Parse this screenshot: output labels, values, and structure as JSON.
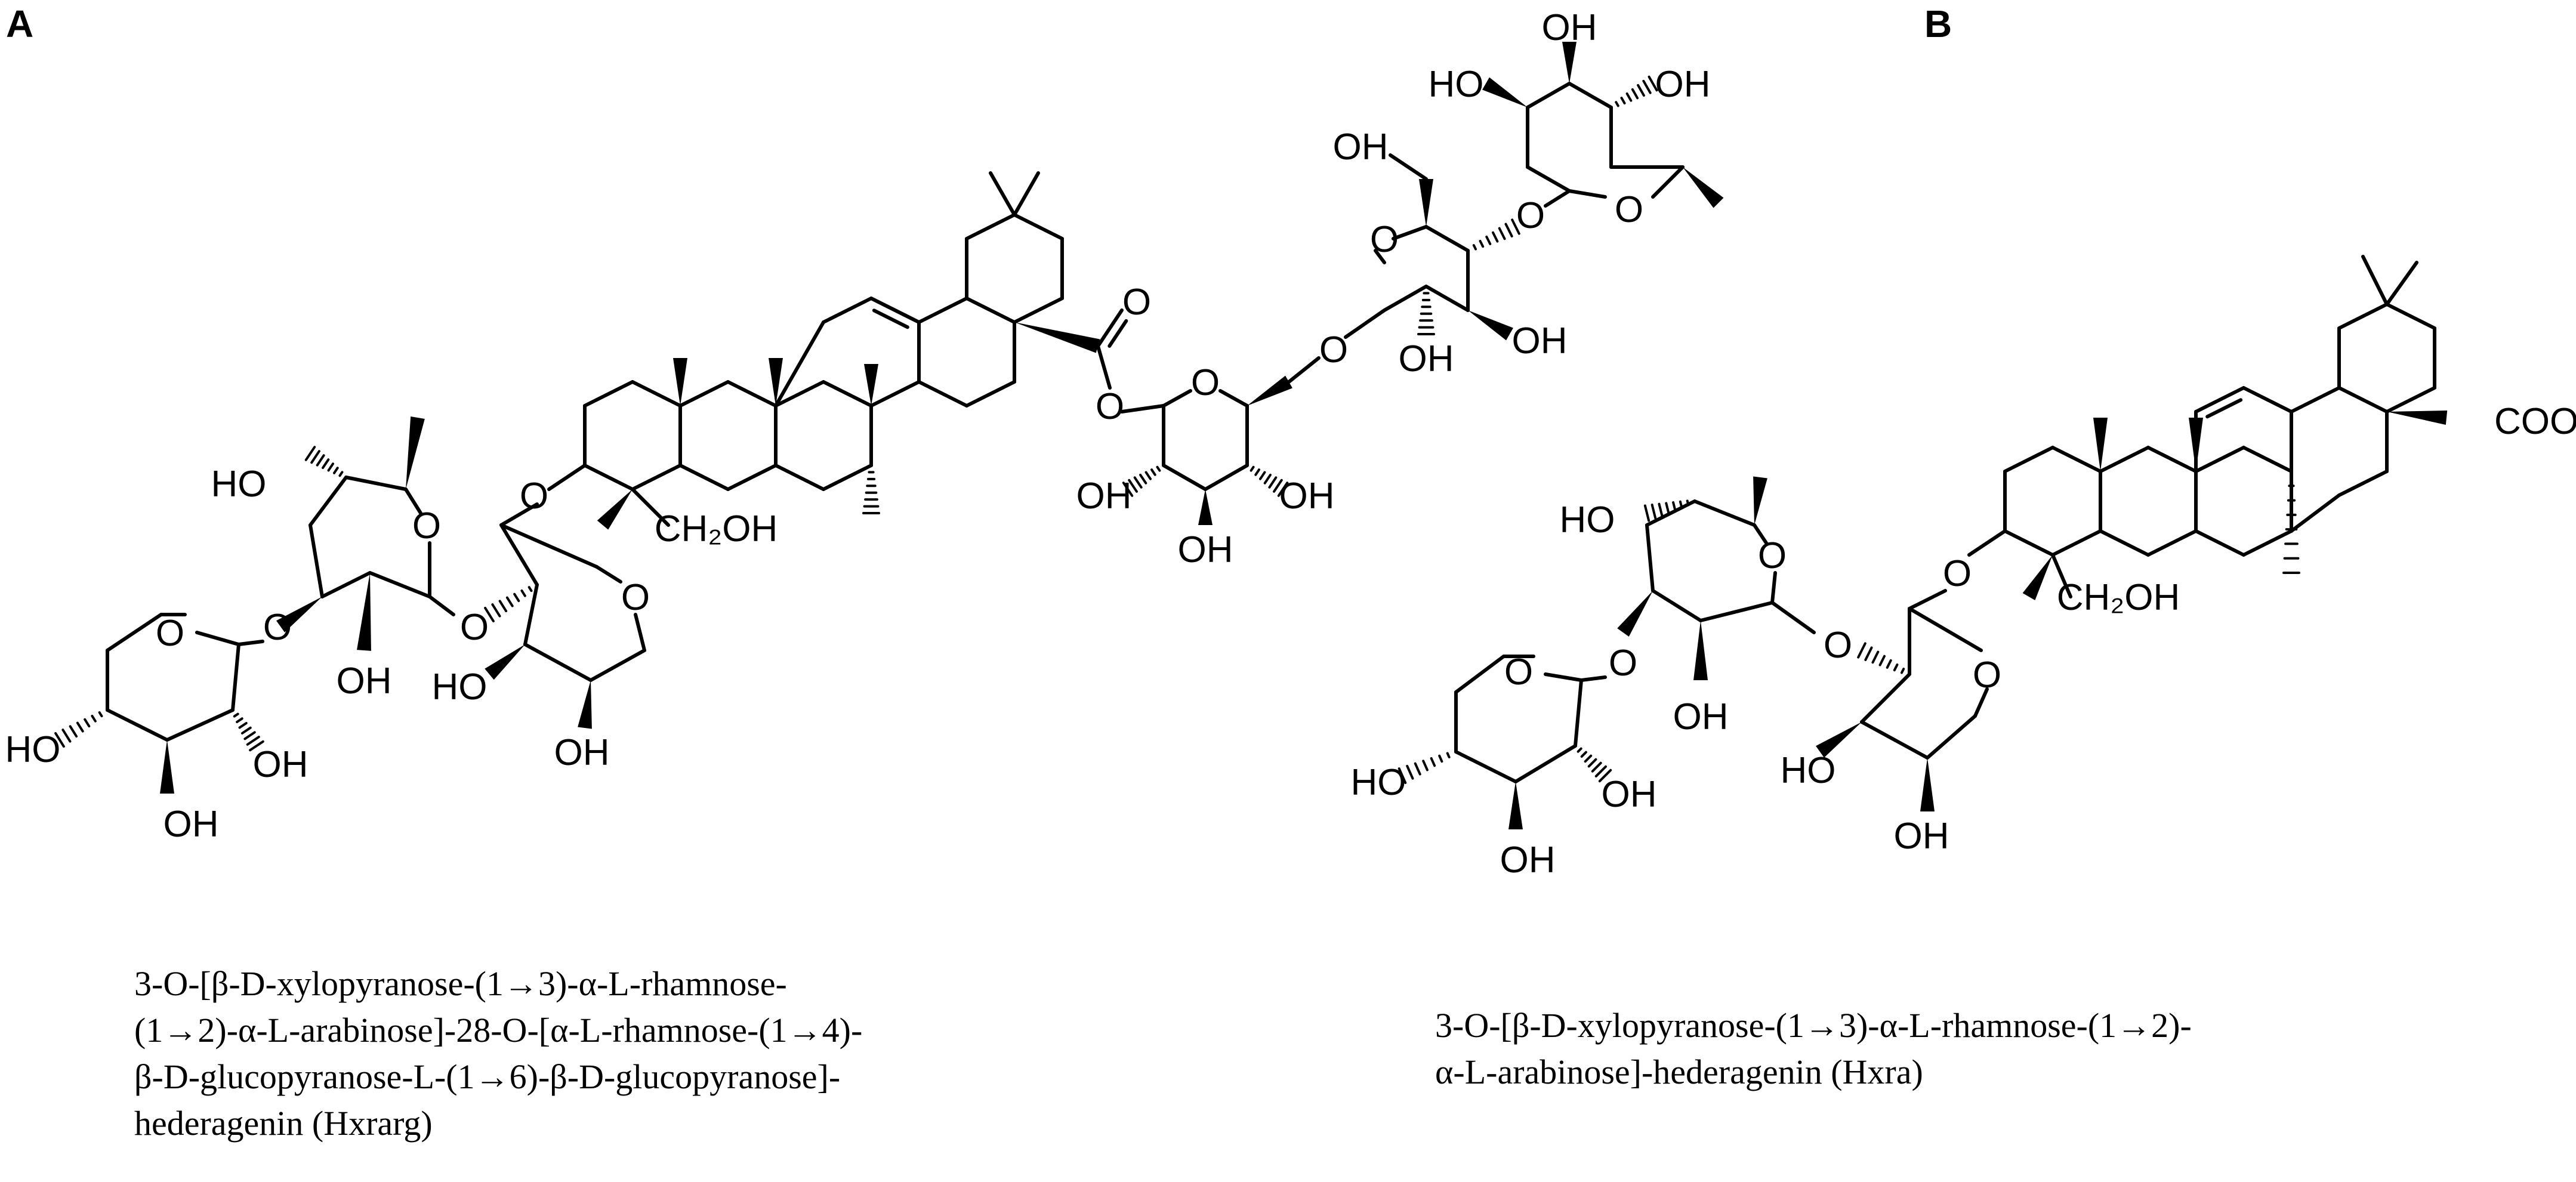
{
  "panels": {
    "a": {
      "label": "A",
      "caption_lines": [
        "3-O-[β-D-xylopyranose-(1→3)-α-L-rhamnose-",
        "(1→2)-α-L-arabinose]-28-O-[α-L-rhamnose-(1→4)-",
        "β-D-glucopyranose-L-(1→6)-β-D-glucopyranose]-",
        "hederagenin (Hxrarg)"
      ]
    },
    "b": {
      "label": "B",
      "caption_lines": [
        "3-O-[β-D-xylopyranose-(1→3)-α-L-rhamnose-(1→2)-",
        "α-L-arabinose]-hederagenin (Hxra)"
      ]
    }
  },
  "atom_labels": {
    "oh": "OH",
    "ho": "HO",
    "o": "O",
    "ch2oh": "CH₂OH",
    "cooh": "COOH"
  }
}
